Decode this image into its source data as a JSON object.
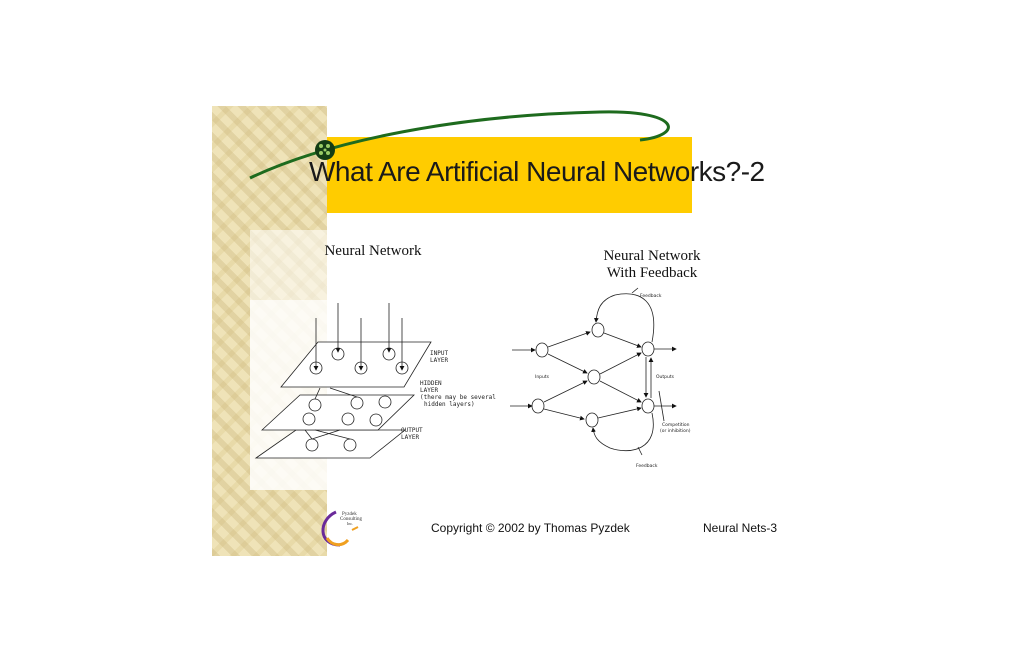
{
  "slide": {
    "title": "What Are Artificial Neural Networks?-2",
    "left_caption": "Neural Network",
    "right_caption_line1": "Neural Network",
    "right_caption_line2": "With Feedback",
    "footer_copyright": "Copyright © 2002 by Thomas Pyzdek",
    "footer_slide": "Neural Nets-3",
    "logo_text": "Pyzdek Consulting Inc.",
    "colors": {
      "banner": "#ffcc00",
      "swoosh": "#1e6b1e",
      "strip": "#efe3b8"
    }
  },
  "layered_diagram": {
    "input_label_1": "INPUT",
    "input_label_2": "LAYER",
    "hidden_label_1": "HIDDEN",
    "hidden_label_2": "LAYER",
    "hidden_label_3": "(there may be several",
    "hidden_label_4": "hidden layers)",
    "output_label_1": "OUTPUT",
    "output_label_2": "LAYER"
  },
  "feedback_diagram": {
    "feedback_top": "Feedback",
    "feedback_bottom": "Feedback",
    "inputs": "Inputs",
    "outputs": "Outputs",
    "competition_1": "Competition",
    "competition_2": "(or inhibition)"
  }
}
